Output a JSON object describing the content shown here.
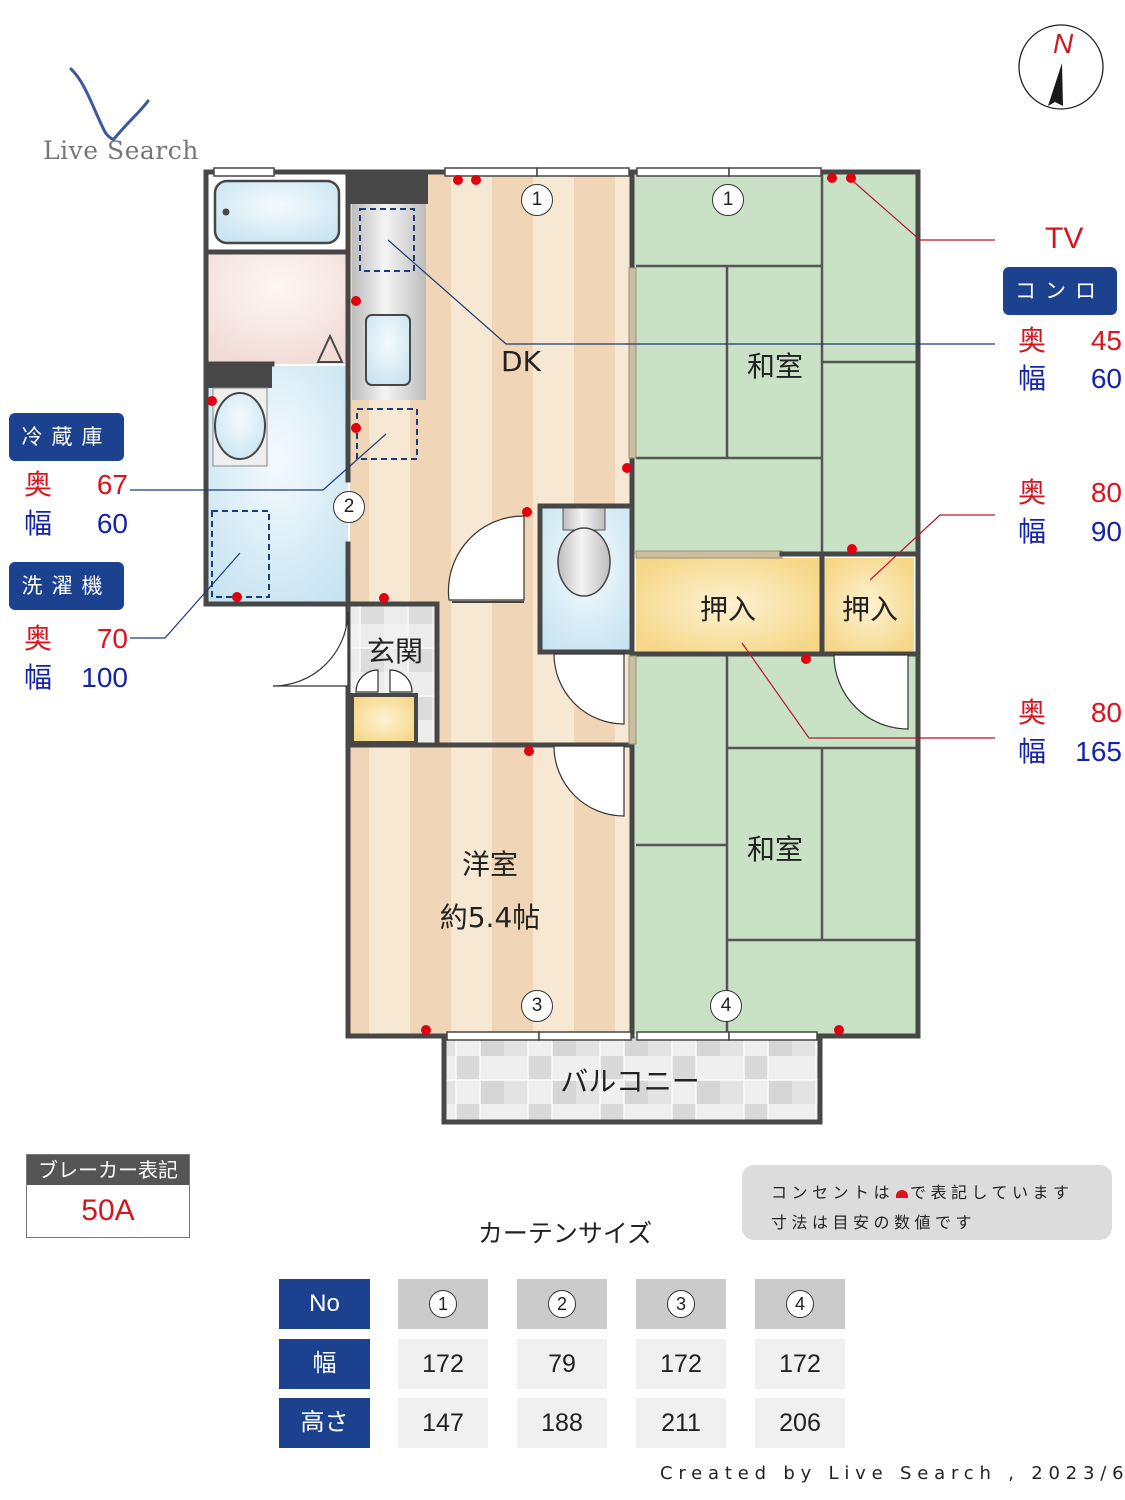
{
  "brand": {
    "logo_text": "Live Search",
    "logo_color": "#3c5a9a"
  },
  "compass": {
    "label": "N"
  },
  "rooms": {
    "dk": "DK",
    "washitsu_top": "和室",
    "washitsu_bottom": "和室",
    "yoshitsu": "洋室",
    "yoshitsu_size": "約5.4帖",
    "genkan": "玄関",
    "oshiire_large": "押入",
    "oshiire_small": "押入",
    "balcony": "バルコニー"
  },
  "window_markers": [
    "1",
    "1",
    "2",
    "3",
    "4"
  ],
  "callouts": {
    "tv": {
      "label": "TV"
    },
    "stove": {
      "tag": "コンロ",
      "depth_label": "奥",
      "depth": "45",
      "width_label": "幅",
      "width": "60"
    },
    "fridge": {
      "tag": "冷蔵庫",
      "depth_label": "奥",
      "depth": "67",
      "width_label": "幅",
      "width": "60"
    },
    "washer": {
      "tag": "洗濯機",
      "depth_label": "奥",
      "depth": "70",
      "width_label": "幅",
      "width": "100"
    },
    "closet_small": {
      "depth_label": "奥",
      "depth": "80",
      "width_label": "幅",
      "width": "90"
    },
    "closet_large": {
      "depth_label": "奥",
      "depth": "80",
      "width_label": "幅",
      "width": "165"
    }
  },
  "breaker": {
    "title": "ブレーカー表記",
    "value": "50A"
  },
  "note": {
    "line1_before": "コンセントは",
    "line1_after": "で表記しています",
    "line2": "寸法は目安の数値です"
  },
  "curtain_table": {
    "title": "カーテンサイズ",
    "row_headers": [
      "No",
      "幅",
      "高さ"
    ],
    "columns": [
      {
        "no": "1",
        "width": "172",
        "height": "147"
      },
      {
        "no": "2",
        "width": "79",
        "height": "188"
      },
      {
        "no": "3",
        "width": "172",
        "height": "211"
      },
      {
        "no": "4",
        "width": "172",
        "height": "206"
      }
    ]
  },
  "footer": {
    "credit": "Created by Live Search , 2023/6"
  },
  "colors": {
    "navy": "#1c428f",
    "red": "#d8141f",
    "blue": "#1423a8",
    "wall": "#474747",
    "tatami": "#c9e2c6",
    "wood_light": "#f6e6cf",
    "wood_dark": "#f0d6b6",
    "closet": "#f8dc90",
    "water": "#cfe6f1"
  }
}
